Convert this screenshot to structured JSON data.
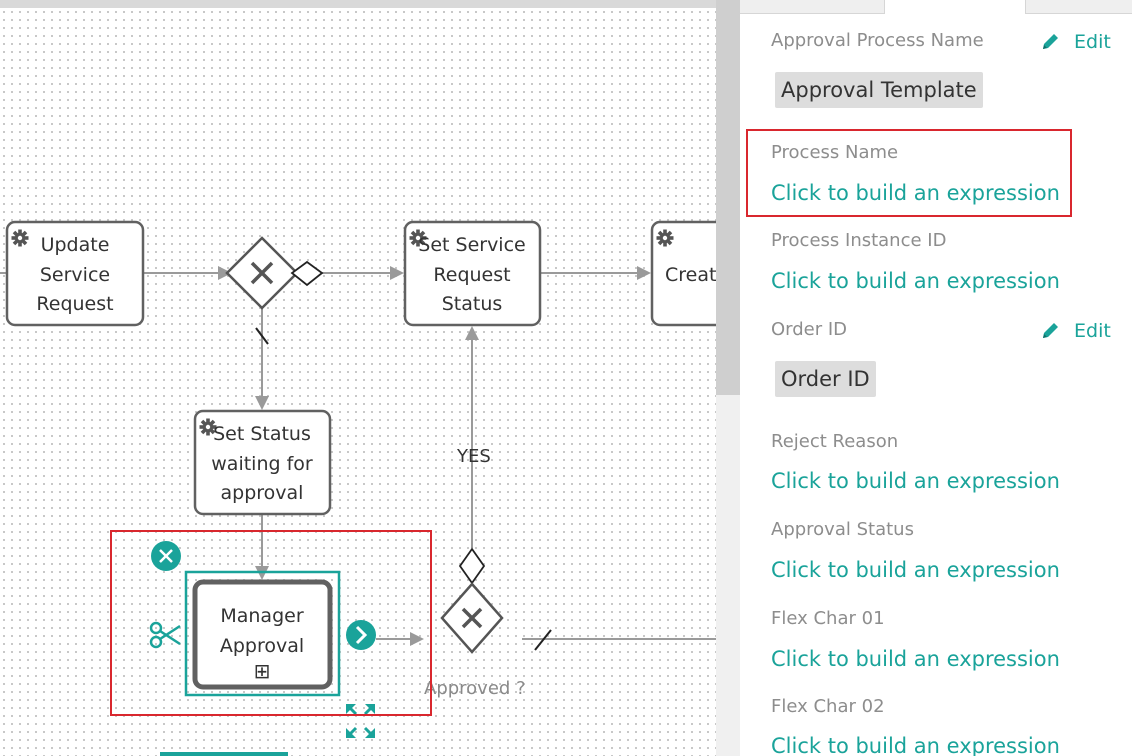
{
  "canvas": {
    "tasks": {
      "update_service_request": [
        "Update",
        "Service",
        "Request"
      ],
      "set_service_request_status": [
        "Set Service",
        "Request",
        "Status"
      ],
      "create": [
        "Create"
      ],
      "set_status_waiting": [
        "Set Status",
        "waiting for",
        "approval"
      ],
      "manager_approval": [
        "Manager",
        "Approval"
      ]
    },
    "flow_labels": {
      "yes": "YES",
      "approved": "Approved ?"
    },
    "subprocess_marker": "⊞"
  },
  "panel": {
    "fields": [
      {
        "label": "Approval Process Name",
        "chip": "Approval Template",
        "edit": "Edit"
      },
      {
        "label": "Process Name",
        "link": "Click to build an expression"
      },
      {
        "label": "Process Instance ID",
        "link": "Click to build an expression"
      },
      {
        "label": "Order ID",
        "chip": "Order ID",
        "edit": "Edit"
      },
      {
        "label": "Reject Reason",
        "link": "Click to build an expression"
      },
      {
        "label": "Approval Status",
        "link": "Click to build an expression"
      },
      {
        "label": "Flex Char 01",
        "link": "Click to build an expression"
      },
      {
        "label": "Flex Char 02",
        "link": "Click to build an expression"
      }
    ]
  },
  "colors": {
    "accent": "#1aa39a",
    "highlight": "#d9272e",
    "task_border": "#616161",
    "flow": "#9a9a9a"
  },
  "icons": {
    "task_type": "gear-icon",
    "delete": "close-icon",
    "cut": "scissors-icon",
    "next": "chevron-right-icon",
    "expand": "expand-icon",
    "edit": "pencil-icon",
    "gateway": "exclusive-gateway-icon",
    "condition": "diamond-icon"
  }
}
